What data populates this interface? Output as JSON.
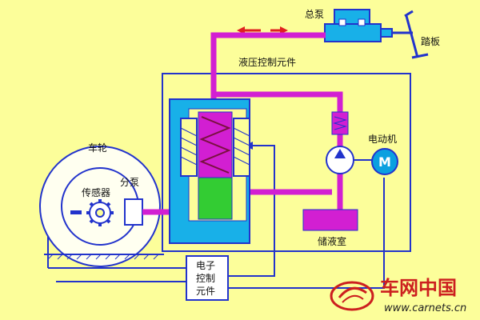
{
  "labels": {
    "master_cylinder": "总泵",
    "pedal": "踏板",
    "hydraulic_unit": "液压控制元件",
    "motor": "电动机",
    "motor_symbol": "M",
    "wheel": "车轮",
    "sensor": "传感器",
    "wheel_cylinder": "分泵",
    "reservoir": "储液室",
    "ecu_line1": "电子",
    "ecu_line2": "控制",
    "ecu_line3": "元件"
  },
  "watermark": {
    "brand": "车网中国",
    "url": "www.carnets.cn"
  },
  "colors": {
    "background": "#fcfe9a",
    "fluid_pipe": "#d21fd2",
    "control_line": "#2233cc",
    "valve_body": "#18b0e8",
    "piston": "#33cc33",
    "motor": "#0aa0e0",
    "arrow": "#e02020"
  }
}
